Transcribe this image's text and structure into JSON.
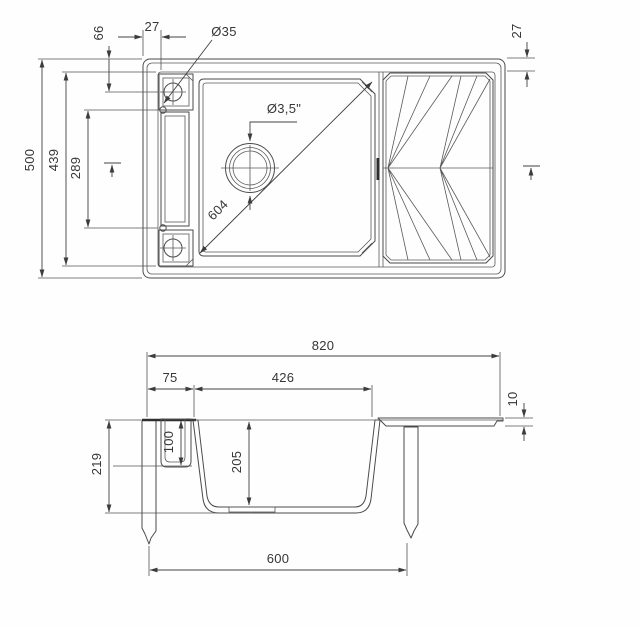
{
  "drawing": {
    "type": "kitchen-sink-technical-drawing",
    "top_view": {
      "overall_height_mm": "500",
      "recess_height_mm": "439",
      "strip_length_mm": "289",
      "tap_hole_vertical_offset_mm": "66",
      "tap_hole_horizontal_offset_mm": "27",
      "tap_hole_diameter": "Ø35",
      "drain_diameter": "Ø3,5\"",
      "bowl_diagonal_mm": "604",
      "drainboard_top_offset_mm": "27"
    },
    "section_view": {
      "overall_width_mm": "820",
      "left_ledge_width_mm": "75",
      "bowl_top_width_mm": "426",
      "rim_thickness_mm": "10",
      "total_depth_mm": "219",
      "magnet_channel_depth_mm": "100",
      "bowl_depth_mm": "205",
      "cabinet_width_mm": "600"
    }
  }
}
